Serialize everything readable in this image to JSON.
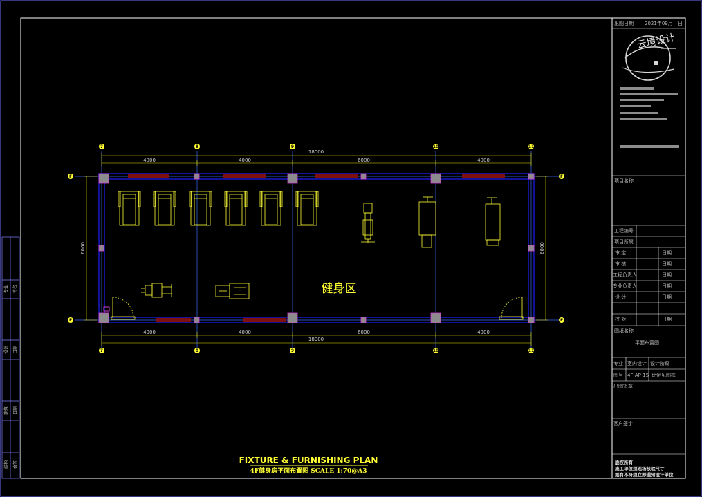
{
  "plan": {
    "title": "FIXTURE & FURNISHING PLAN",
    "subtitle": "4F健身房平面布置图  SCALE 1:70@A3",
    "zone_label": "健身区",
    "total_width": "18000",
    "depth": "6000",
    "top_dims": [
      "4000",
      "4000",
      "6000",
      "4000"
    ],
    "bottom_dims": [
      "4000",
      "4000",
      "6000",
      "4000"
    ],
    "col_axes": [
      "7",
      "8",
      "9",
      "10",
      "11"
    ],
    "row_axes": [
      "F",
      "E"
    ]
  },
  "title_block": {
    "date_label": "出图日期",
    "date_value": "2021年09月",
    "date_suffix": "日",
    "logo_text": "云境设计",
    "project_name_label": "项目名称",
    "project_no_label": "工程编号",
    "project_dept_label": "项目所属",
    "sign_rows": [
      {
        "label": "审  定",
        "date": "日期"
      },
      {
        "label": "审  核",
        "date": "日期"
      },
      {
        "label": "工程负责人",
        "date": "日期"
      },
      {
        "label": "专业负责人",
        "date": "日期"
      },
      {
        "label": "设  计",
        "date": "日期"
      },
      {
        "label": "校  对",
        "date": "日期"
      }
    ],
    "drawing_name_label": "图纸名称",
    "drawing_name_value": "平面布置图",
    "discipline_label": "专业",
    "discipline_value": "室内设计",
    "stage_value": "设计阶段",
    "drawing_no_label": "图号",
    "drawing_no_value": "4F-AP-15",
    "scale_value": "比例见图框",
    "issue_label": "出图签章",
    "client_label": "客户签字",
    "notice": [
      "版权所有",
      "施工单位须现场核验尺寸",
      "如有不符须立即通知设计单位"
    ]
  },
  "left_strip": {
    "labels": [
      "专业",
      "签名",
      "设计",
      "日期",
      "建筑",
      "日期",
      "结构",
      "会签"
    ]
  },
  "colors": {
    "wall": "#1e1eff",
    "window": "#ff2020",
    "column": "#8c8c8c",
    "furniture": "#ffff33",
    "axis_line": "#3c6cff",
    "dim_line": "#e8e800"
  }
}
